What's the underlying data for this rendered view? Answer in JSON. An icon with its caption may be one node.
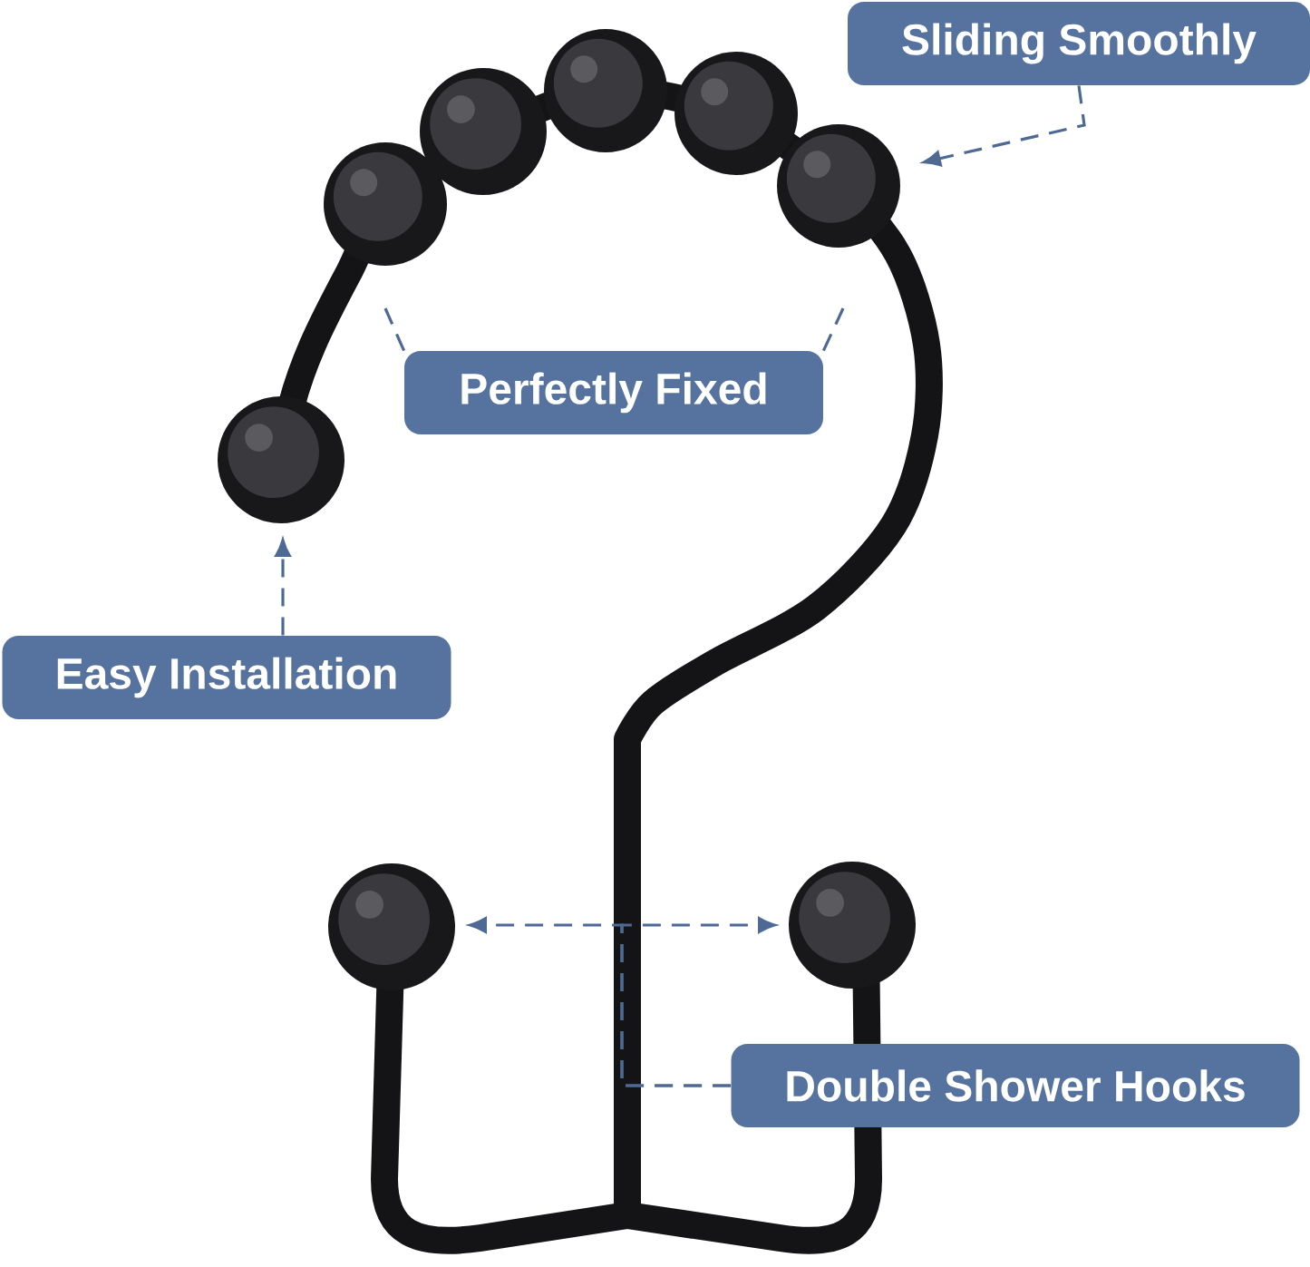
{
  "diagram": {
    "nodes": [
      {
        "text": [
          "Sliding Smoothly"
        ]
      },
      {
        "text": [
          "Perfectly Fixed"
        ]
      },
      {
        "text": [
          "Easy Installation"
        ]
      },
      {
        "text": [
          "Double Shower Hooks"
        ]
      }
    ],
    "edges": [
      {
        "from": 0,
        "to": null,
        "arrow": "to"
      },
      {
        "from": 1,
        "to": null,
        "arrow": "none"
      },
      {
        "from": 1,
        "to": null,
        "arrow": "none"
      },
      {
        "from": 2,
        "to": null,
        "arrow": "to"
      },
      {
        "from": 3,
        "to": null,
        "arrow": "to"
      },
      {
        "from": 3,
        "to": null,
        "arrow": "to"
      }
    ]
  }
}
